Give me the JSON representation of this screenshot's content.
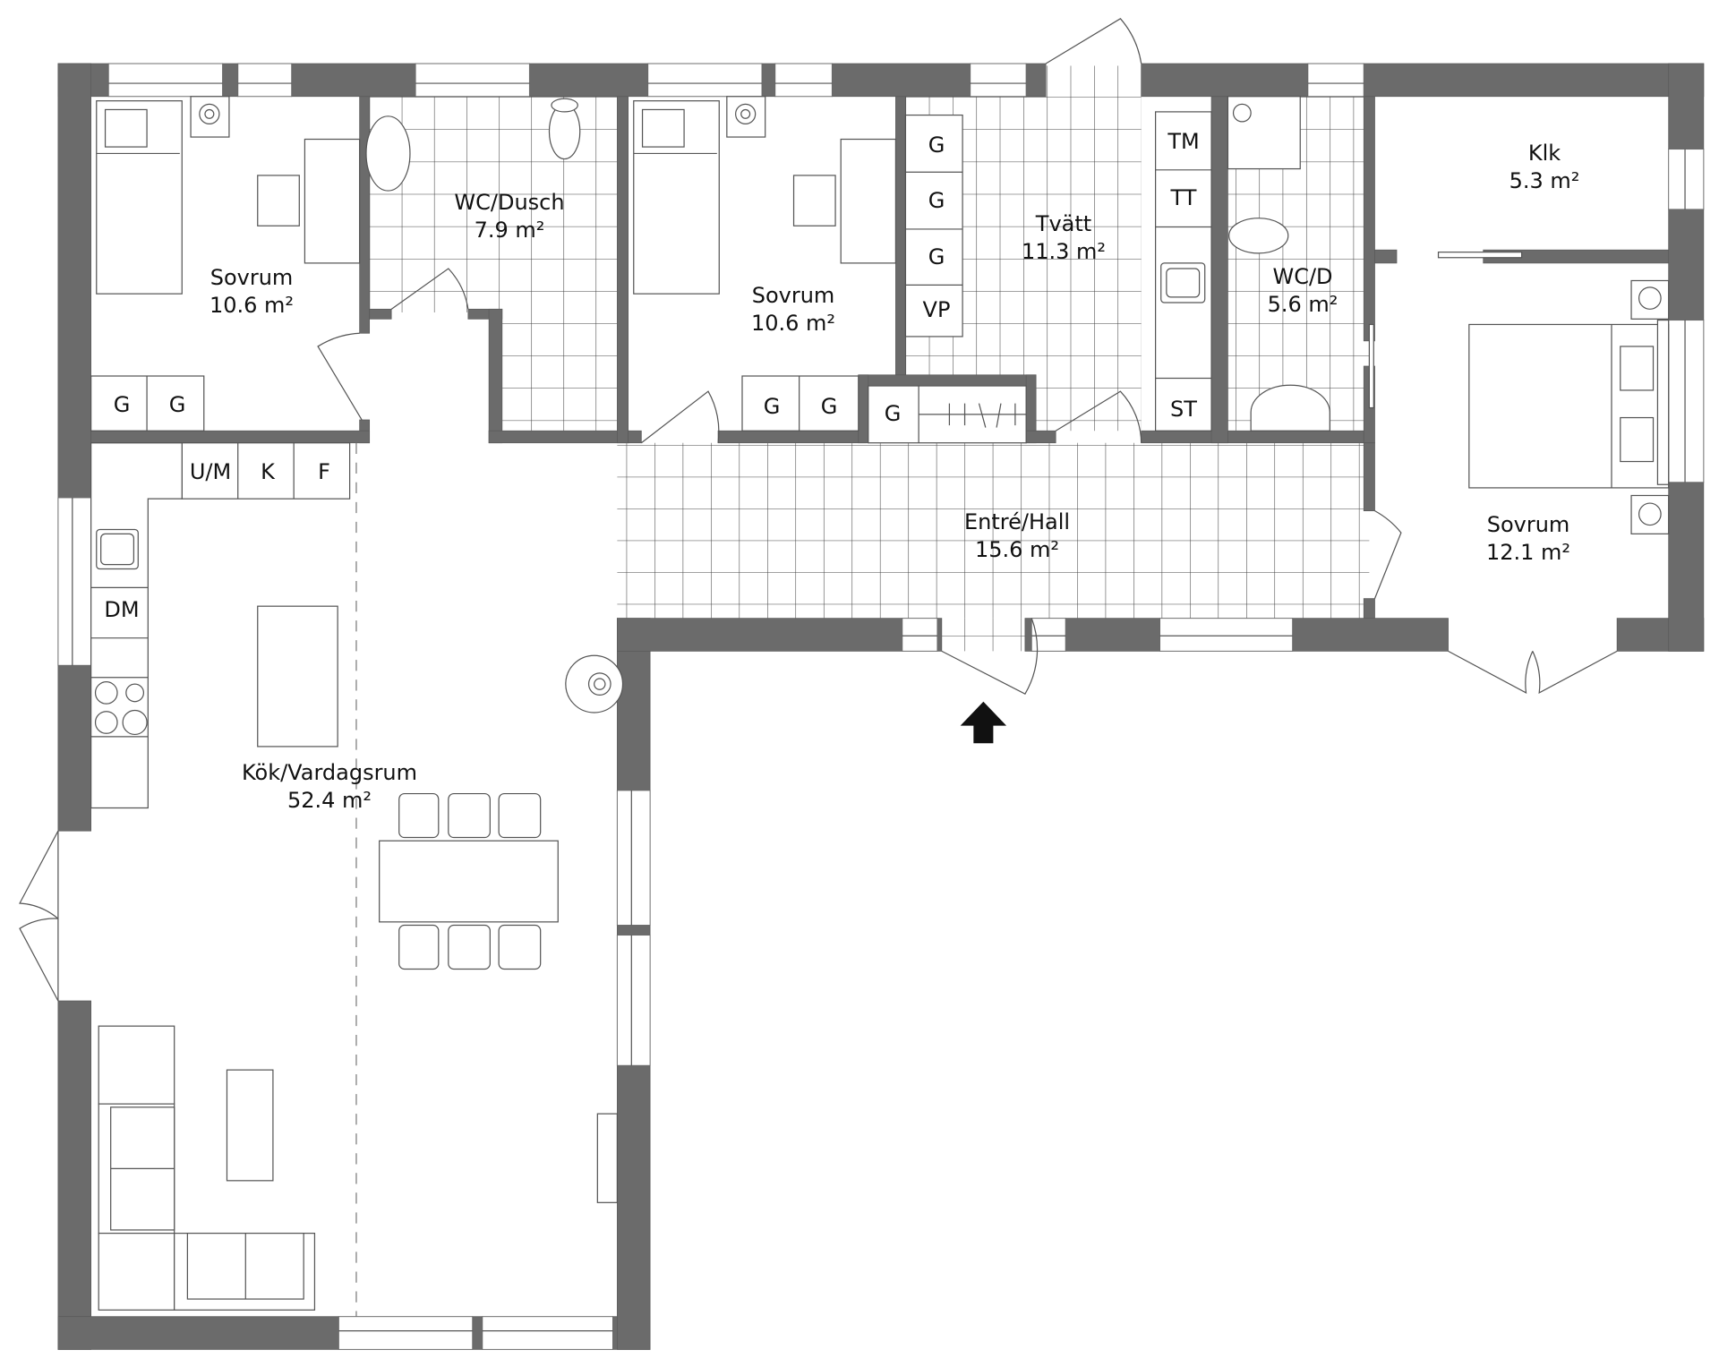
{
  "plan": {
    "wall_color": "#6b6b6b",
    "background": "#ffffff",
    "entrance_arrow": "arrow-up-icon"
  },
  "rooms": [
    {
      "id": "sovrum-1",
      "name": "Sovrum",
      "area": "10.6 m²"
    },
    {
      "id": "wc-dusch",
      "name": "WC/Dusch",
      "area": "7.9 m²"
    },
    {
      "id": "sovrum-2",
      "name": "Sovrum",
      "area": "10.6 m²"
    },
    {
      "id": "tvatt",
      "name": "Tvätt",
      "area": "11.3 m²"
    },
    {
      "id": "wc-d",
      "name": "WC/D",
      "area": "5.6 m²"
    },
    {
      "id": "klk",
      "name": "Klk",
      "area": "5.3 m²"
    },
    {
      "id": "sovrum-3",
      "name": "Sovrum",
      "area": "12.1 m²"
    },
    {
      "id": "entre-hall",
      "name": "Entré/Hall",
      "area": "15.6 m²"
    },
    {
      "id": "kok-vardagsrum",
      "name": "Kök/Vardagsrum",
      "area": "52.4 m²"
    }
  ],
  "fixtures": {
    "sovrum1_wardrobes": [
      "G",
      "G"
    ],
    "sovrum2_wardrobes": [
      "G",
      "G"
    ],
    "hall_wardrobe": "G",
    "tvatt_cabinets": [
      "G",
      "G",
      "G",
      "VP"
    ],
    "tvatt_appliances": [
      "TM",
      "TT",
      "ST"
    ],
    "kitchen_top": [
      "U/M",
      "K",
      "F"
    ],
    "kitchen_side": "DM"
  }
}
